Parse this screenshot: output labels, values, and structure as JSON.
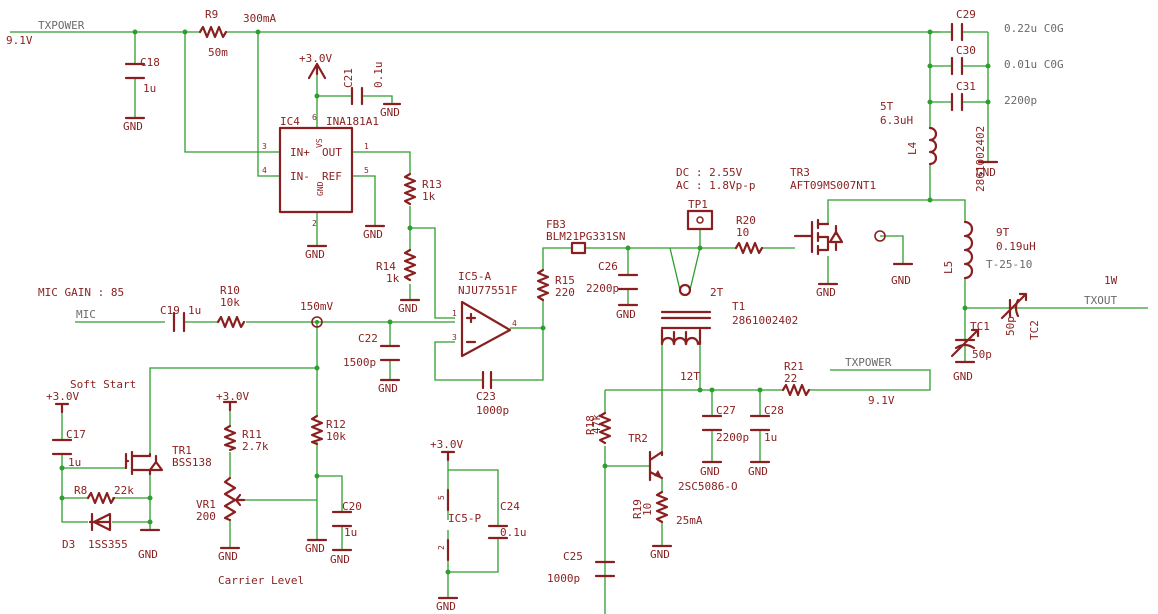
{
  "nets": {
    "txpower": "TXPOWER",
    "txpower_in": "9.1V",
    "txpower_out": "9.1V",
    "mic": "MIC",
    "mic_gain": "MIC GAIN : 85",
    "node_150mv": "150mV",
    "txout": "TXOUT",
    "txout_power": "1W",
    "soft_start": "Soft Start",
    "carrier_level": "Carrier Level",
    "current_300ma": "300mA",
    "current_25ma": "25mA",
    "dc_level": "DC : 2.55V",
    "ac_level": "AC : 1.8Vp-p",
    "gnd": "GND",
    "plus3v": "+3.0V"
  },
  "parts": {
    "R9": {
      "ref": "R9",
      "val": "50m"
    },
    "C18": {
      "ref": "C18",
      "val": "1u"
    },
    "C21": {
      "ref": "C21",
      "val": "0.1u"
    },
    "IC4": {
      "ref": "IC4",
      "val": "INA181A1",
      "pins": {
        "inp": "IN+",
        "inn": "IN-",
        "out": "OUT",
        "ref": "REF",
        "vs": "VS",
        "gnd": "GND",
        "p1": "1",
        "p2": "2",
        "p3": "3",
        "p4": "4",
        "p5": "5",
        "p6": "6"
      }
    },
    "R13": {
      "ref": "R13",
      "val": "1k"
    },
    "R14": {
      "ref": "R14",
      "val": "1k"
    },
    "C19": {
      "ref": "C19",
      "val": "1u"
    },
    "R10": {
      "ref": "R10",
      "val": "10k"
    },
    "C22": {
      "ref": "C22",
      "val": "1500p"
    },
    "IC5A": {
      "ref": "IC5-A",
      "val": "NJU77551F",
      "pins": {
        "p1": "1",
        "p3": "3",
        "p4": "4"
      }
    },
    "C23": {
      "ref": "C23",
      "val": "1000p"
    },
    "R15": {
      "ref": "R15",
      "val": "220"
    },
    "FB3": {
      "ref": "FB3",
      "val": "BLM21PG331SN"
    },
    "C26": {
      "ref": "C26",
      "val": "2200p"
    },
    "TP1": {
      "ref": "TP1"
    },
    "R20": {
      "ref": "R20",
      "val": "10"
    },
    "TR3": {
      "ref": "TR3",
      "val": "AFT09MS007NT1"
    },
    "T1": {
      "ref": "T1",
      "val": "2861002402",
      "pri": "2T",
      "sec": "12T"
    },
    "C29": {
      "ref": "C29",
      "val": "0.22u C0G"
    },
    "C30": {
      "ref": "C30",
      "val": "0.01u C0G"
    },
    "C31": {
      "ref": "C31",
      "val": "2200p"
    },
    "L4": {
      "ref": "L4",
      "val": "2861002402",
      "turns": "5T",
      "ind": "6.3uH"
    },
    "L5": {
      "ref": "L5",
      "val": "T-25-10",
      "turns": "9T",
      "ind": "0.19uH"
    },
    "TC1": {
      "ref": "TC1",
      "val": "50p"
    },
    "TC2": {
      "ref": "TC2",
      "val": "50p"
    },
    "R21": {
      "ref": "R21",
      "val": "22"
    },
    "C27": {
      "ref": "C27",
      "val": "2200p"
    },
    "C28": {
      "ref": "C28",
      "val": "1u"
    },
    "R18": {
      "ref": "R18",
      "val": "47k"
    },
    "TR2": {
      "ref": "TR2",
      "val": "2SC5086-O"
    },
    "R19": {
      "ref": "R19",
      "val": "10"
    },
    "C25": {
      "ref": "C25",
      "val": "1000p"
    },
    "C17": {
      "ref": "C17",
      "val": "1u"
    },
    "TR1": {
      "ref": "TR1",
      "val": "BSS138"
    },
    "R8": {
      "ref": "R8",
      "val": "22k"
    },
    "D3": {
      "ref": "D3",
      "val": "1SS355"
    },
    "R11": {
      "ref": "R11",
      "val": "2.7k"
    },
    "VR1": {
      "ref": "VR1",
      "val": "200"
    },
    "R12": {
      "ref": "R12",
      "val": "10k"
    },
    "C20": {
      "ref": "C20",
      "val": "1u"
    },
    "IC5P": {
      "ref": "IC5-P",
      "pins": {
        "p5": "5",
        "p2": "2"
      }
    },
    "C24": {
      "ref": "C24",
      "val": "0.1u"
    }
  }
}
